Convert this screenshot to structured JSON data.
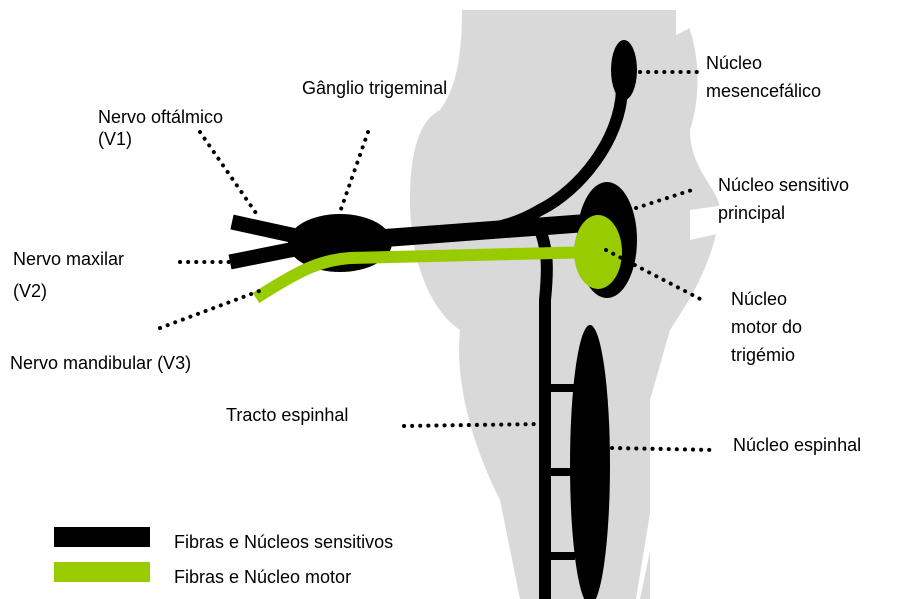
{
  "colors": {
    "sensory": "#000000",
    "motor": "#99cc00",
    "brainstem": "#d9d9d9",
    "background": "#ffffff"
  },
  "labels": {
    "ganglion": "Gânglio trigeminal",
    "ophthalmic": [
      "Nervo oftálmico",
      "(V1)"
    ],
    "maxillary": [
      "Nervo maxilar",
      "(V2)"
    ],
    "mandibular": "Nervo mandibular (V3)",
    "mesencephalic": [
      "Núcleo",
      "mesencefálico"
    ],
    "principal": [
      "Núcleo sensitivo",
      "principal"
    ],
    "motor_nucleus": [
      "Núcleo",
      "motor do",
      "trigémio"
    ],
    "spinal_tract": "Tracto espinhal",
    "spinal_nucleus": "Núcleo espinhal"
  },
  "legend": [
    {
      "label": "Fibras e Núcleos sensitivos",
      "color": "#000000"
    },
    {
      "label": "Fibras e Núcleo motor",
      "color": "#99cc00"
    }
  ]
}
